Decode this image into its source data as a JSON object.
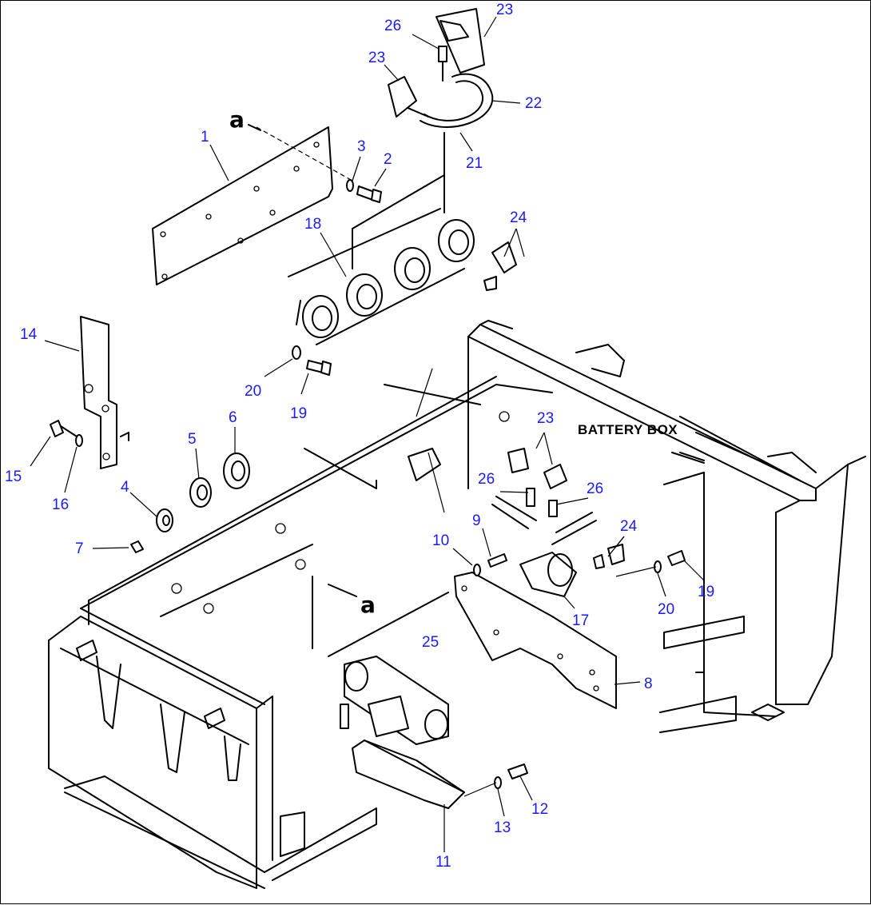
{
  "diagram": {
    "section_label": "BATTERY BOX",
    "reference_marks": [
      "a",
      "a"
    ],
    "callouts": [
      "1",
      "2",
      "3",
      "4",
      "5",
      "6",
      "7",
      "8",
      "9",
      "10",
      "11",
      "12",
      "13",
      "14",
      "15",
      "16",
      "17",
      "18",
      "19",
      "20",
      "19",
      "20",
      "21",
      "22",
      "23",
      "23",
      "23",
      "24",
      "24",
      "25",
      "26",
      "26",
      "26"
    ]
  },
  "colors": {
    "callout": "#1a1aff",
    "line": "#000000",
    "background": "#ffffff"
  }
}
